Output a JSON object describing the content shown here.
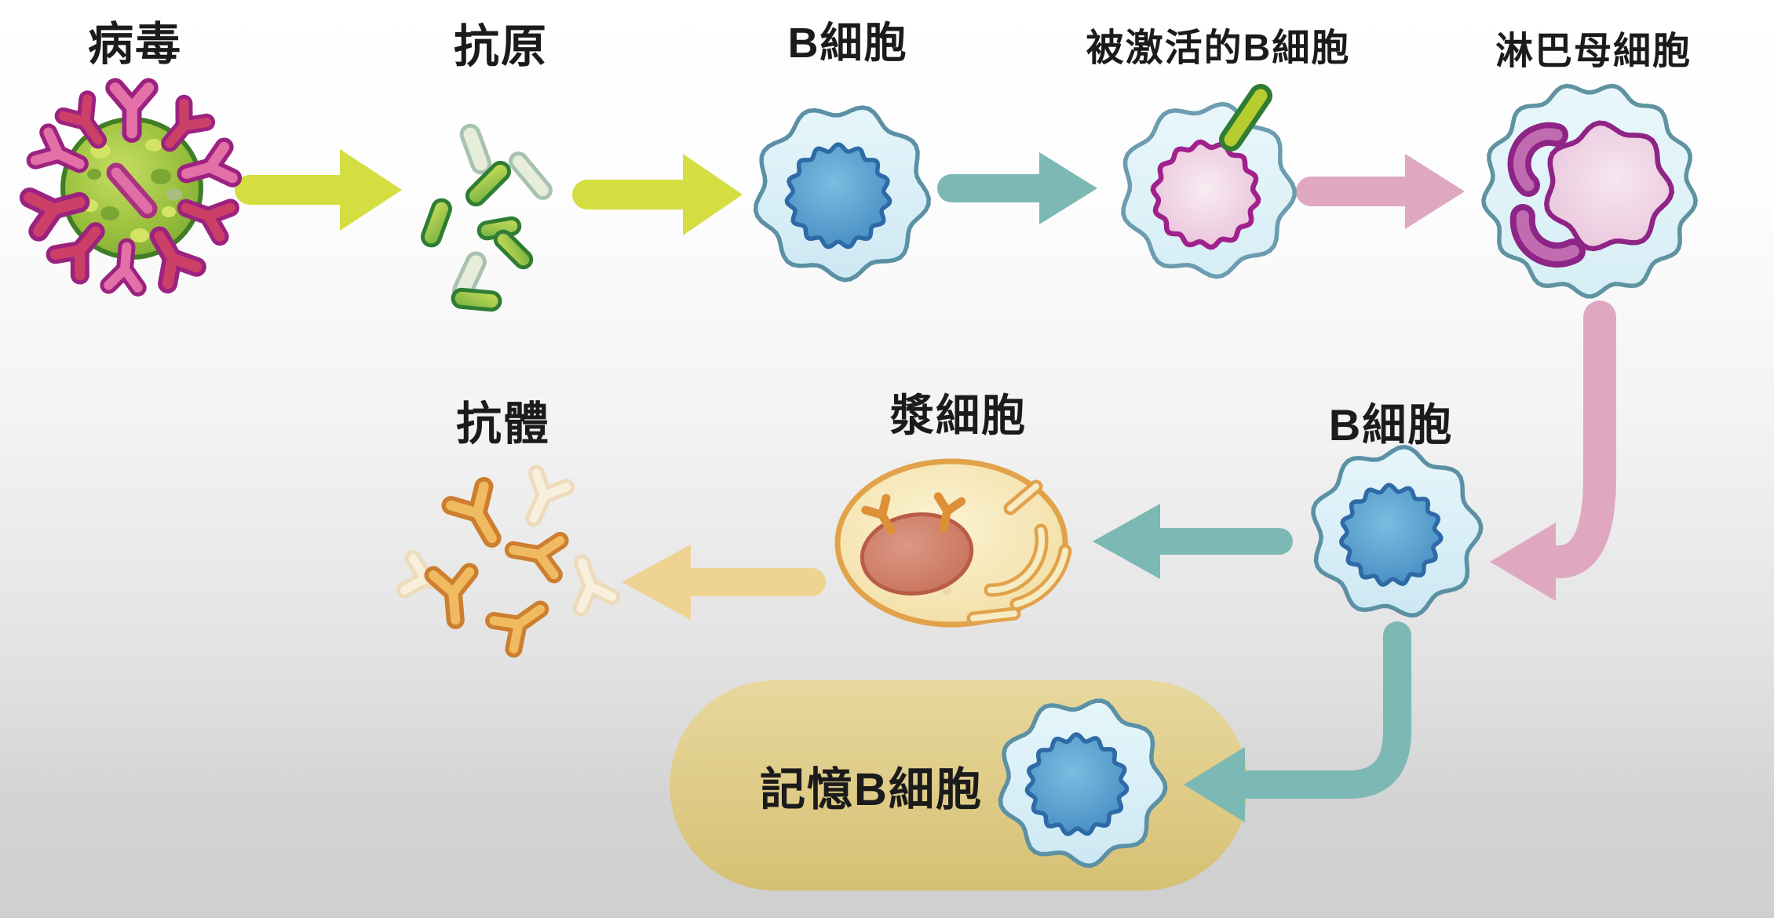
{
  "labels": {
    "virus": "病毒",
    "antigen": "抗原",
    "b_cell": "B細胞",
    "activated_b_cell": "被激活的B細胞",
    "lymphoblast": "淋巴母細胞",
    "antibody": "抗體",
    "plasma_cell": "漿細胞",
    "b_cell_2": "B細胞",
    "memory_b_cell": "記憶B細胞"
  },
  "colors": {
    "arrow-green": "#d5de40",
    "arrow-teal": "#7cb8b4",
    "arrow-pink": "#dfa8c0",
    "arrow-tan": "#eed392",
    "cell-blue-stroke": "#5b90a5",
    "magenta": "#a0218c",
    "label-text": "#1b1b1b"
  }
}
